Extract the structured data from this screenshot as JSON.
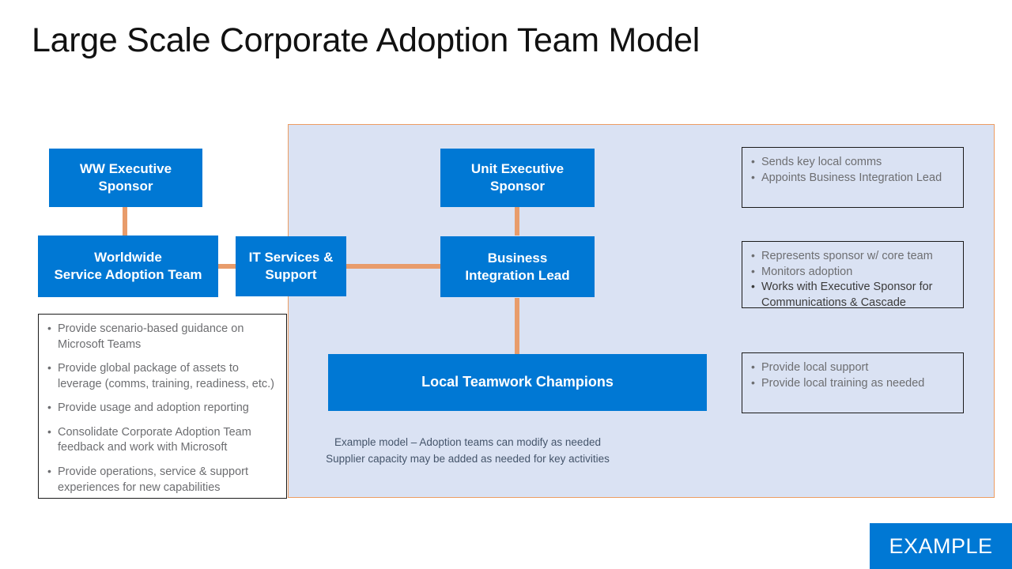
{
  "slide": {
    "title": "Large Scale Corporate Adoption Team Model"
  },
  "theme": {
    "accent_blue": "#0078d4",
    "panel_fill": "#dae2f3",
    "connector_orange": "#e89c6b",
    "panel_border": "#ed9d62",
    "note_text": "#6d6e71"
  },
  "boxes": {
    "ww_exec_sponsor": "WW Executive\nSponsor",
    "ww_exec_sponsor_line1": "WW Executive",
    "ww_exec_sponsor_line2": "Sponsor",
    "worldwide_team_line1": "Worldwide",
    "worldwide_team_line2": "Service Adoption Team",
    "it_services_line1": "IT Services &",
    "it_services_line2": "Support",
    "unit_exec_sponsor_line1": "Unit Executive",
    "unit_exec_sponsor_line2": "Sponsor",
    "business_integration_line1": "Business",
    "business_integration_line2": "Integration Lead",
    "local_champions": "Local Teamwork Champions"
  },
  "notes": {
    "worldwide_team": [
      "Provide scenario-based guidance on Microsoft Teams",
      "Provide global package of assets to leverage (comms, training, readiness, etc.)",
      "Provide usage and adoption reporting",
      "Consolidate Corporate Adoption Team feedback and work with Microsoft",
      "Provide operations, service & support experiences for new capabilities"
    ],
    "unit_exec_sponsor": [
      "Sends key local comms",
      "Appoints Business Integration Lead"
    ],
    "business_integration_lead": [
      "Represents sponsor w/ core team",
      "Monitors adoption",
      "Works with Executive Sponsor for Communications & Cascade"
    ],
    "local_champions": [
      "Provide local support",
      "Provide local training as needed"
    ]
  },
  "footnote": {
    "line1": "Example model – Adoption teams can modify as needed",
    "line2": "Supplier capacity may be added as needed for key activities"
  },
  "badge": {
    "label": "EXAMPLE"
  }
}
